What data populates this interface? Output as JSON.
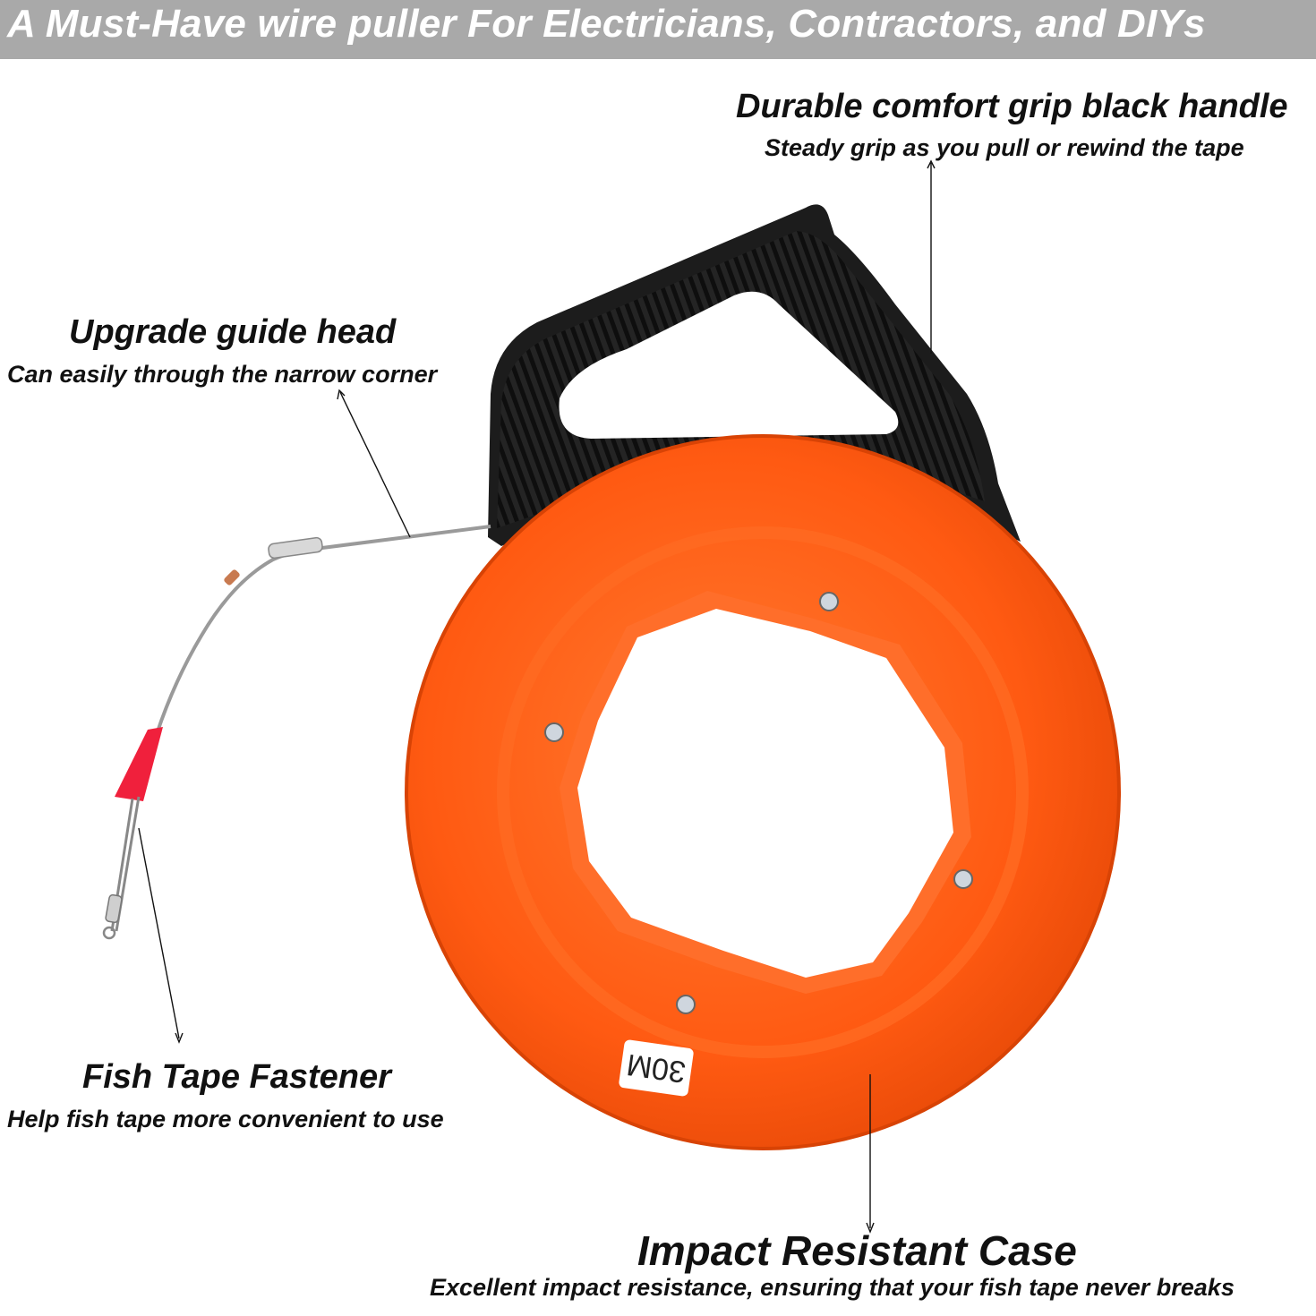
{
  "banner": {
    "text": "A Must-Have wire puller For Electricians, Contractors, and DIYs"
  },
  "callouts": {
    "handle": {
      "title": "Durable comfort grip black handle",
      "subtitle": "Steady grip as you pull or rewind the tape"
    },
    "guide_head": {
      "title": "Upgrade guide head",
      "subtitle": "Can easily through the narrow corner"
    },
    "fastener": {
      "title": "Fish Tape Fastener",
      "subtitle": "Help fish tape more convenient to use"
    },
    "case": {
      "title": "Impact Resistant Case",
      "subtitle": "Excellent impact resistance, ensuring that your fish tape never breaks"
    }
  },
  "product": {
    "length_label": "30M"
  },
  "colors": {
    "banner": "#a9a9a9",
    "reel": "#ff5a12",
    "handle": "#1c1c1c",
    "guide_tip": "#f0203c"
  }
}
